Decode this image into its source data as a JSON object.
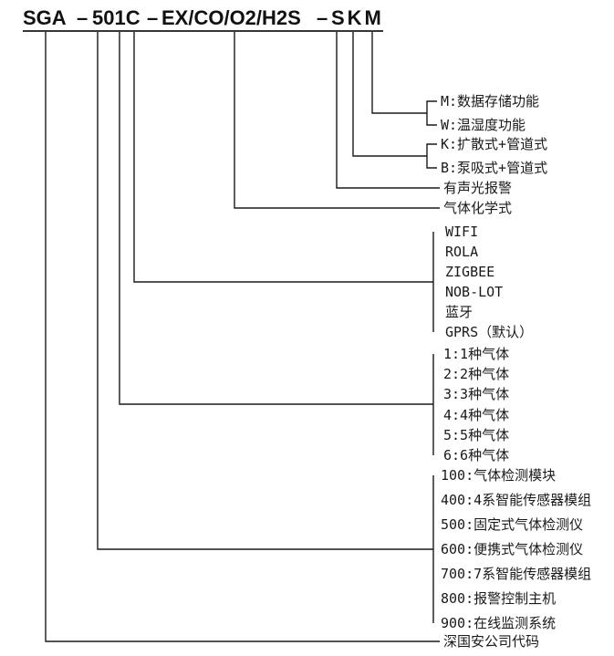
{
  "title": {
    "segments": [
      "SGA",
      "–",
      "501C",
      "–",
      "EX/CO/O2/H2S",
      "–",
      "SKM"
    ]
  },
  "legend": {
    "storage_temp_options": [
      "M:数据存储功能",
      "W:温湿度功能"
    ],
    "sampling_options": [
      "K:扩散式+管道式",
      "B:泵吸式+管道式"
    ],
    "alarm_label": "有声光报警",
    "gas_chemical_label": "气体化学式",
    "wireless_options": [
      "WIFI",
      "ROLA",
      "ZIGBEE",
      "NOB-LOT",
      "蓝牙",
      "GPRS（默认）"
    ],
    "gas_count_options": [
      "1:1种气体",
      "2:2种气体",
      "3:3种气体",
      "4:4种气体",
      "5:5种气体",
      "6:6种气体"
    ],
    "product_series_options": [
      "100:气体检测模块",
      "400:4系智能传感器模组",
      "500:固定式气体检测仪",
      "600:便携式气体检测仪",
      "700:7系智能传感器模组",
      "800:报警控制主机",
      "900:在线监测系统"
    ],
    "company_label": "深国安公司代码"
  },
  "colors": {
    "line": "#1a1a1a",
    "text": "#1a1a1a",
    "background": "#ffffff"
  }
}
